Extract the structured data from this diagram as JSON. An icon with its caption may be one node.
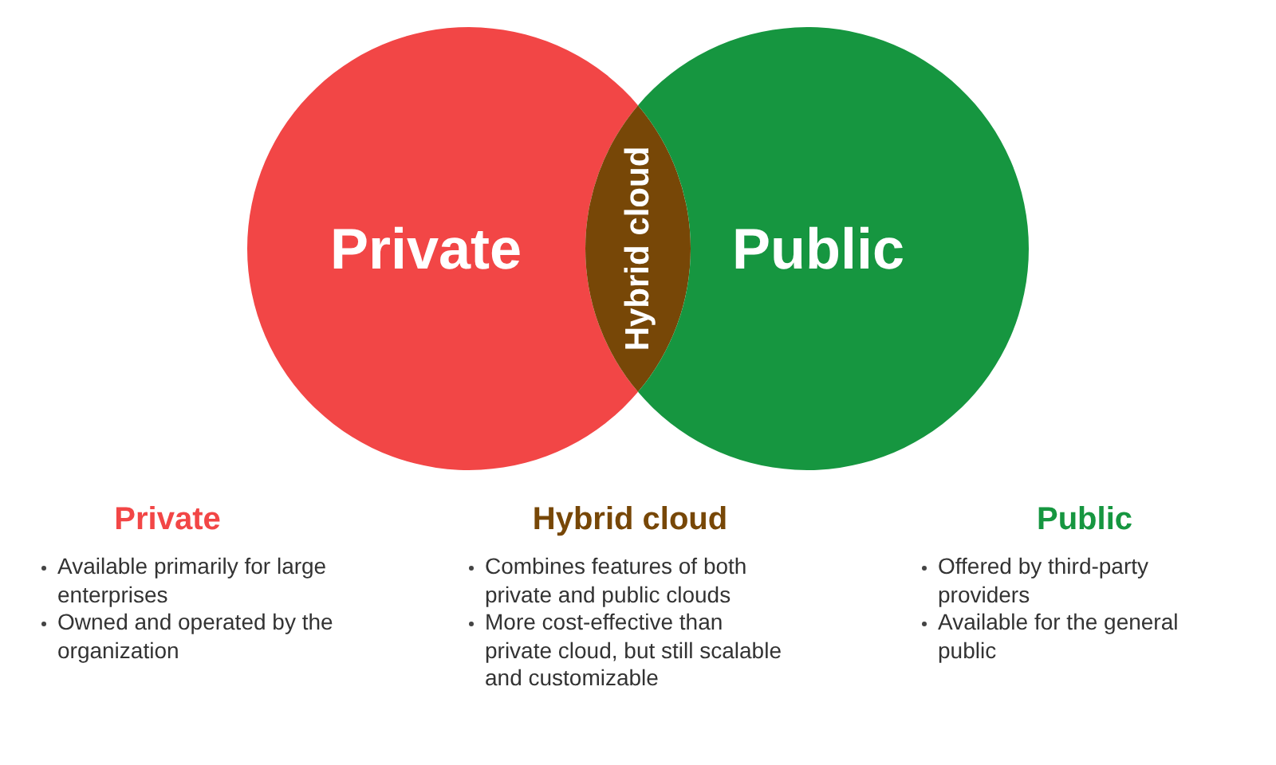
{
  "diagram": {
    "nodes": [
      {
        "text": [
          "Private"
        ]
      },
      {
        "text": [
          "Hybrid cloud"
        ]
      },
      {
        "text": [
          "Public"
        ]
      }
    ],
    "labels": [
      "Private",
      "Available primarily for large enterprises",
      "Owned and operated by the organization",
      "Hybrid cloud",
      "Combines features of both private and public clouds",
      "More cost-effective than private cloud, but still scalable and customizable",
      "Public",
      "Offered by third-party providers",
      "Available for the general public"
    ]
  }
}
